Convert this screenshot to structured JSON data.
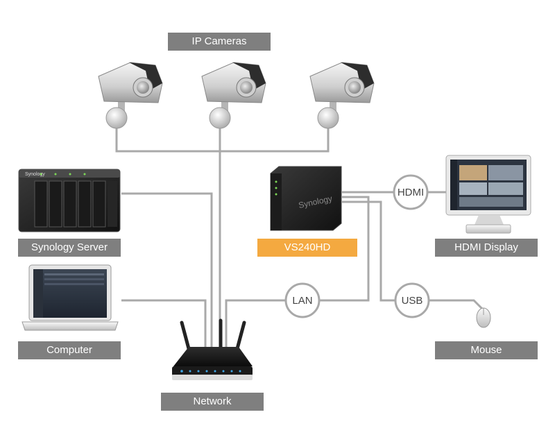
{
  "labels": {
    "ip_cameras": "IP Cameras",
    "synology_server": "Synology Server",
    "computer": "Computer",
    "network": "Network",
    "vs240hd": "VS240HD",
    "hdmi_display": "HDMI Display",
    "mouse": "Mouse"
  },
  "connectors": {
    "hdmi": "HDMI",
    "lan": "LAN",
    "usb": "USB"
  },
  "device_branding": {
    "server_logo": "Synology",
    "vs_logo": "Synology"
  },
  "colors": {
    "label_gray": "#7f7f7f",
    "accent_orange": "#f4a940",
    "cable_gray": "#a9a9a9"
  }
}
